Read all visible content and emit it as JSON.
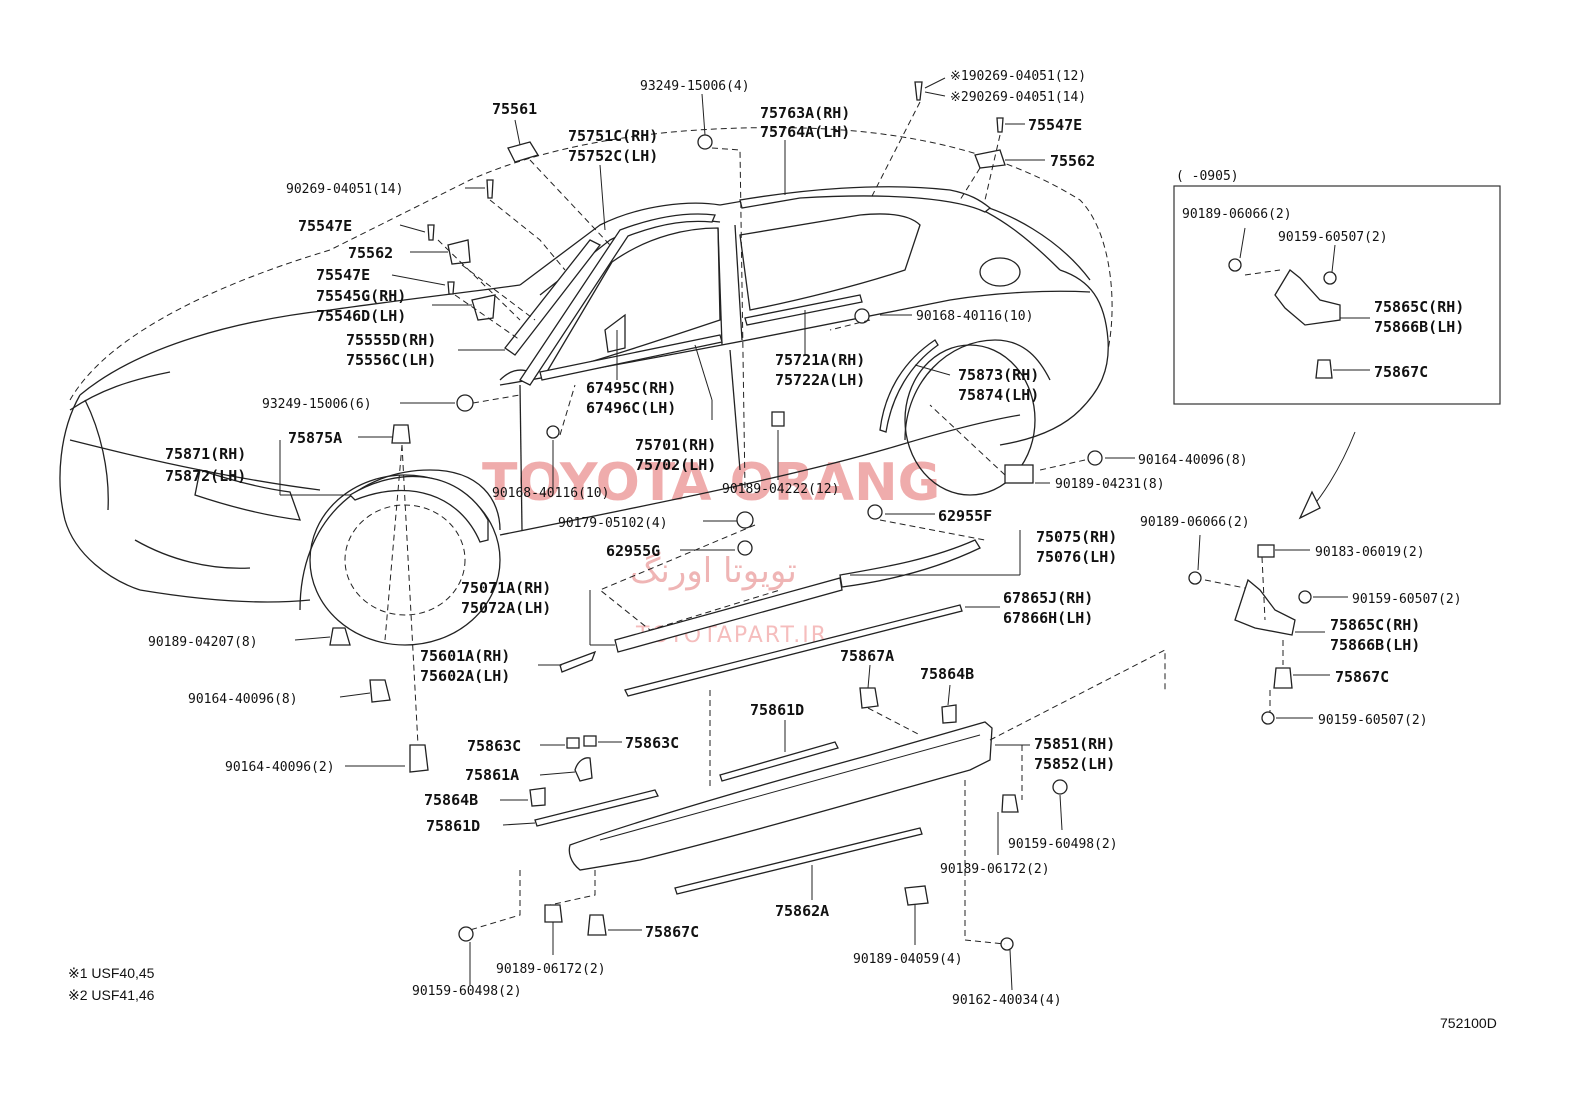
{
  "watermark": {
    "brand": "TOYOTA ORANG",
    "persian": "تویوتا اورنگ",
    "site": "TOYOTAPART.IR"
  },
  "diagram_code": "752100D",
  "footnotes": [
    "※1 USF40,45",
    "※2 USF41,46"
  ],
  "inset_title": "(      -0905)",
  "labels": {
    "l01": "75561",
    "l02": "93249-15006(4)",
    "l03": "※190269-04051(12)",
    "l04": "※290269-04051(14)",
    "l05": "75751C(RH)",
    "l06": "75752C(LH)",
    "l07": "75763A(RH)",
    "l08": "75764A(LH)",
    "l09": "75547E",
    "l10": "75562",
    "l11": "90269-04051(14)",
    "l12": "75547E",
    "l13": "75562",
    "l14": "75547E",
    "l15": "75545G(RH)",
    "l16": "75546D(LH)",
    "l17": "75555D(RH)",
    "l18": "75556C(LH)",
    "l19": "90168-40116(10)",
    "l20": "75721A(RH)",
    "l21": "75722A(LH)",
    "l22": "75873(RH)",
    "l23": "75874(LH)",
    "l24": "67495C(RH)",
    "l25": "67496C(LH)",
    "l26": "93249-15006(6)",
    "l27": "75701(RH)",
    "l28": "75702(LH)",
    "l29": "75871(RH)",
    "l30": "75872(LH)",
    "l31": "75875A",
    "l32": "90168-40116(10)",
    "l33": "90189-04222(12)",
    "l34": "90164-40096(8)",
    "l35": "90189-04231(8)",
    "l36": "90179-05102(4)",
    "l37": "62955F",
    "l38": "75075(RH)",
    "l39": "75076(LH)",
    "l40": "62955G",
    "l41": "75071A(RH)",
    "l42": "75072A(LH)",
    "l43": "67865J(RH)",
    "l44": "67866H(LH)",
    "l45": "90189-04207(8)",
    "l46": "75601A(RH)",
    "l47": "75602A(LH)",
    "l48": "75867A",
    "l49": "75864B",
    "l50": "90164-40096(8)",
    "l51": "75861D",
    "l52": "75863C",
    "l53": "75863C",
    "l54": "75851(RH)",
    "l55": "75852(LH)",
    "l56": "90164-40096(2)",
    "l57": "75861A",
    "l58": "75864B",
    "l59": "75861D",
    "l60": "90159-60498(2)",
    "l61": "90189-06172(2)",
    "l62": "75862A",
    "l63": "75867C",
    "l64": "90189-06172(2)",
    "l65": "90189-04059(4)",
    "l66": "90159-60498(2)",
    "l67": "90162-40034(4)",
    "i01": "90189-06066(2)",
    "i02": "90159-60507(2)",
    "i03": "75865C(RH)",
    "i04": "75866B(LH)",
    "i05": "75867C",
    "r01": "90189-06066(2)",
    "r02": "90183-06019(2)",
    "r03": "90159-60507(2)",
    "r04": "75865C(RH)",
    "r05": "75866B(LH)",
    "r06": "75867C",
    "r07": "90159-60507(2)"
  }
}
